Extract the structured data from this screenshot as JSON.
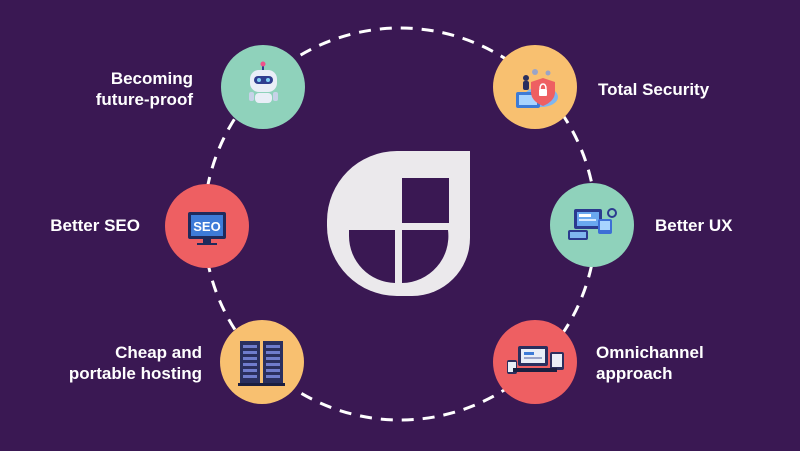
{
  "features": [
    {
      "id": "future-proof",
      "lines": [
        "Becoming",
        "future-proof"
      ],
      "color": "#8fd2bb",
      "icon": "robot-icon"
    },
    {
      "id": "seo",
      "lines": [
        "Better SEO"
      ],
      "color": "#ee5f62",
      "icon": "seo-monitor-icon"
    },
    {
      "id": "hosting",
      "lines": [
        "Cheap and",
        "portable hosting"
      ],
      "color": "#f8c070",
      "icon": "server-rack-icon"
    },
    {
      "id": "security",
      "lines": [
        "Total Security"
      ],
      "color": "#f8c070",
      "icon": "security-shield-icon"
    },
    {
      "id": "ux",
      "lines": [
        "Better UX"
      ],
      "color": "#8fd2bb",
      "icon": "ux-devices-icon"
    },
    {
      "id": "omnichannel",
      "lines": [
        "Omnichannel",
        "approach"
      ],
      "color": "#ee5f62",
      "icon": "multi-device-icon"
    }
  ],
  "colors": {
    "background": "#3a1853",
    "ring": "#ffffff",
    "logo": "#ebe9ec"
  },
  "logo": "center-logo-icon"
}
